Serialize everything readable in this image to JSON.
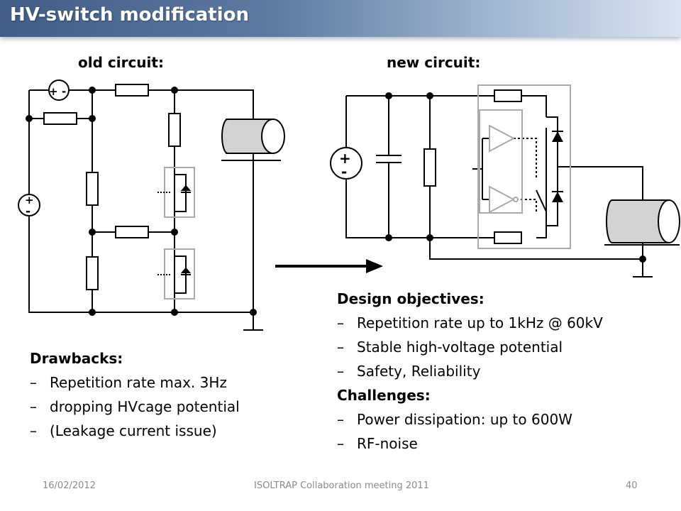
{
  "slide": {
    "title": "HV-switch modification",
    "old_circuit_label": "old circuit:",
    "new_circuit_label": "new circuit:",
    "drawbacks": {
      "heading": "Drawbacks:",
      "items": [
        "Repetition rate max. 3Hz",
        "dropping HVcage potential",
        "(Leakage current issue)"
      ]
    },
    "design_objectives": {
      "heading": "Design objectives:",
      "items": [
        "Repetition rate up to 1kHz @ 60kV",
        "Stable high-voltage potential",
        "Safety, Reliability"
      ]
    },
    "challenges": {
      "heading": "Challenges:",
      "items": [
        "Power dissipation: up to 600W",
        "RF-noise"
      ]
    },
    "bullet_symbol": "–"
  },
  "footer": {
    "date": "16/02/2012",
    "event": "ISOLTRAP Collaboration meeting 2011",
    "page_number": "40"
  },
  "colors": {
    "title_gradient_start": "#3f5d86",
    "title_gradient_end": "#dbe4ef",
    "footer_text": "#8b8b8b",
    "module_outline": "#a9a9a9"
  }
}
